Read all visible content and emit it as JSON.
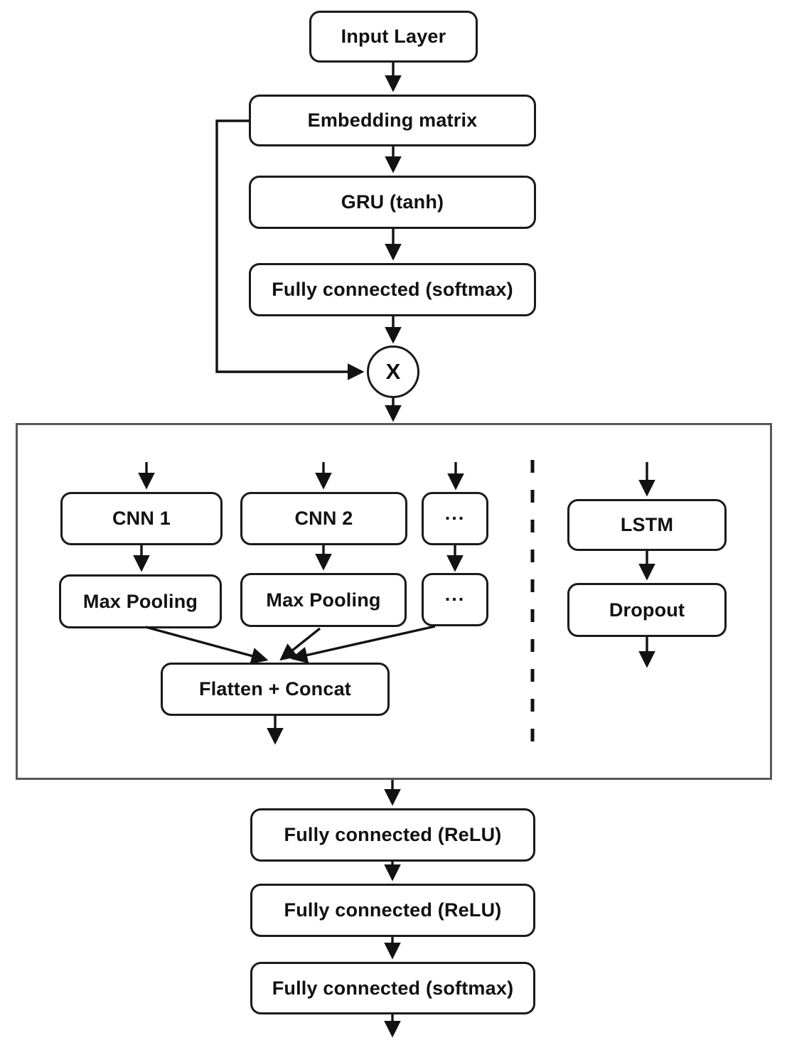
{
  "nodes": {
    "input_layer": "Input Layer",
    "embedding_matrix": "Embedding matrix",
    "gru_tanh": "GRU (tanh)",
    "fc_softmax_top": "Fully connected (softmax)",
    "multiply": "X",
    "cnn_1": "CNN 1",
    "cnn_2": "CNN 2",
    "cnn_more": "...",
    "max_pooling_1": "Max Pooling",
    "max_pooling_2": "Max Pooling",
    "max_pooling_more": "...",
    "flatten_concat": "Flatten + Concat",
    "lstm": "LSTM",
    "dropout": "Dropout",
    "fc_relu_1": "Fully connected (ReLU)",
    "fc_relu_2": "Fully connected (ReLU)",
    "fc_softmax_bottom": "Fully connected (softmax)"
  },
  "colors": {
    "node_stroke": "#1a1a1a",
    "container_stroke": "#585858",
    "connector": "#121212",
    "background": "#ffffff",
    "text": "#111111"
  }
}
